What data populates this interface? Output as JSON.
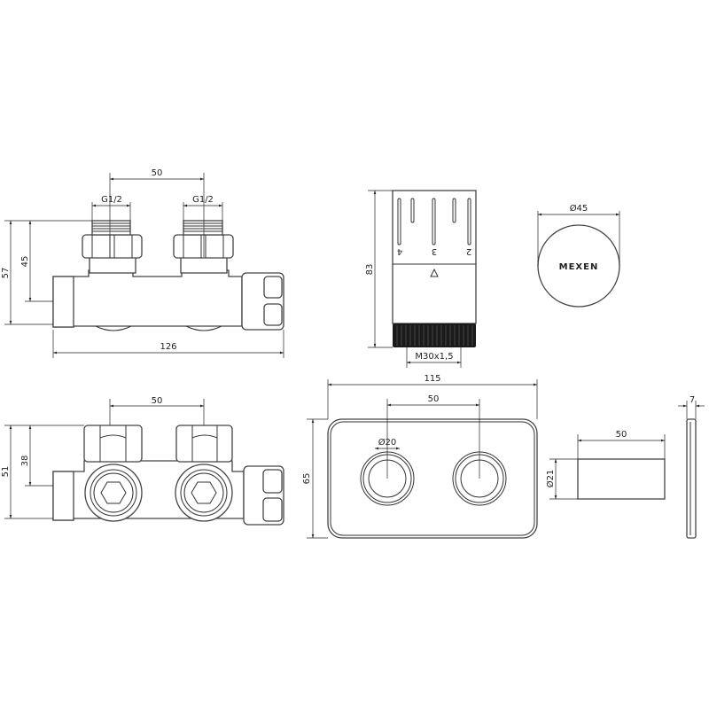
{
  "labels": {
    "valve_side": {
      "spacing": "50",
      "thread_left": "G1/2",
      "thread_right": "G1/2",
      "height_total": "57",
      "height_axis": "45",
      "length": "126"
    },
    "thermostat": {
      "height": "83",
      "thread": "M30x1,5",
      "scale_4": "4",
      "scale_3": "3",
      "scale_2": "2",
      "diameter": "Ø45",
      "brand": "MEXEN"
    },
    "valve_front": {
      "spacing": "50",
      "height_total": "51",
      "height_axis": "38"
    },
    "cover_plate": {
      "width": "115",
      "height": "65",
      "spacing": "50",
      "hole_diameter": "Ø20"
    },
    "sleeve": {
      "length": "50",
      "diameter": "Ø21",
      "plate_thickness": "7"
    }
  },
  "colors": {
    "line": "#333333",
    "knurl": "#1a1a1a"
  }
}
